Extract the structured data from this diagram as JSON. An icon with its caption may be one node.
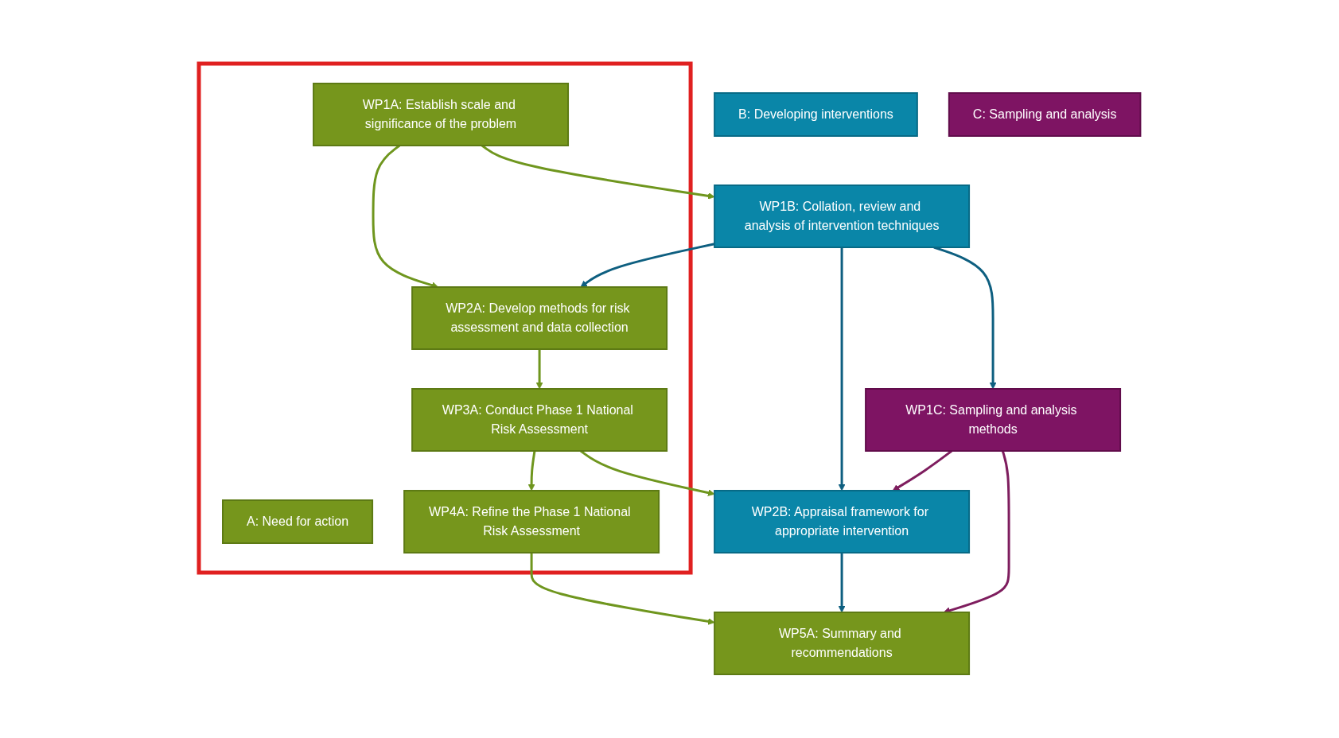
{
  "diagram": {
    "nodes": [
      {
        "text": [],
        "shape": "box"
      },
      {
        "text": [
          "A: Need for action"
        ],
        "in": 0
      },
      {
        "text": [
          "WP1A: Establish scale and significance of the problem"
        ],
        "in": 0
      },
      {
        "text": [
          "WP2A: Develop methods for risk assessment and data collection"
        ],
        "in": 0
      },
      {
        "text": [
          "WP3A: Conduct Phase 1 National Risk Assessment"
        ],
        "in": 0
      },
      {
        "text": [
          "WP4A: Refine the Phase 1 National Risk Assessment"
        ],
        "in": 0
      },
      {
        "text": [
          "B: Developing interventions"
        ]
      },
      {
        "text": [
          "C: Sampling and analysis"
        ]
      },
      {
        "text": [
          "WP1B: Collation, review and analysis of intervention techniques"
        ]
      },
      {
        "text": [
          "WP1C: Sampling and analysis methods"
        ]
      },
      {
        "text": [
          "WP2B: Appraisal framework for appropriate intervention"
        ]
      },
      {
        "text": [
          "WP5A: Summary and recommendations"
        ]
      }
    ],
    "edges": [
      {
        "from": 2,
        "to": 3,
        "arrow": "to"
      },
      {
        "from": 2,
        "to": 8,
        "arrow": "to"
      },
      {
        "from": 8,
        "to": 3,
        "arrow": "to",
        "color": "#0e5f80"
      },
      {
        "from": 8,
        "to": 9,
        "arrow": "to",
        "color": "#0e5f80"
      },
      {
        "from": 8,
        "to": 10,
        "arrow": "to",
        "color": "#0e5f80"
      },
      {
        "from": 3,
        "to": 4,
        "arrow": "to"
      },
      {
        "from": 4,
        "to": 10,
        "arrow": "to"
      },
      {
        "from": 9,
        "to": 10,
        "arrow": "to",
        "color": "#7e1d5e"
      },
      {
        "from": 4,
        "to": 5,
        "arrow": "to"
      },
      {
        "from": 5,
        "to": 11,
        "arrow": "to"
      },
      {
        "from": 10,
        "to": 11,
        "arrow": "to",
        "color": "#0e5f80"
      },
      {
        "from": 9,
        "to": 11,
        "arrow": "to",
        "color": "#7e1d5e"
      }
    ]
  }
}
